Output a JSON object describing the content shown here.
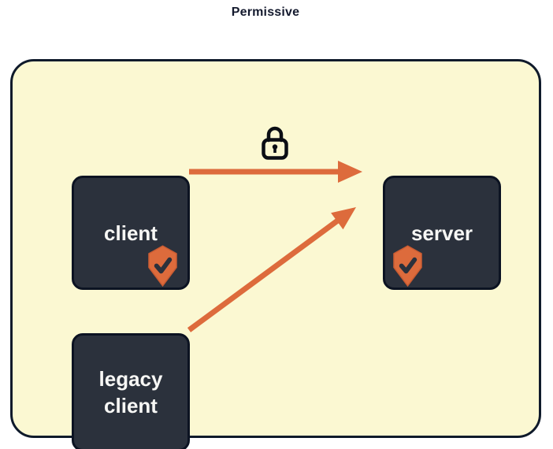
{
  "title": "Permissive",
  "colors": {
    "page_bg": "#ffffff",
    "container_bg": "#FBF8D2",
    "container_border": "#0F1A2B",
    "node_bg": "#2B313C",
    "node_border": "#0C1322",
    "node_text": "#F7F7F5",
    "accent": "#DD6B3C",
    "shield_border": "#C85B32",
    "check": "#2B313C",
    "lock": "#0B0E14",
    "title_color": "#141A2E"
  },
  "nodes": [
    {
      "id": "client",
      "label": "client",
      "verified": true,
      "badge": "shield-check-icon"
    },
    {
      "id": "server",
      "label": "server",
      "verified": true,
      "badge": "shield-check-icon"
    },
    {
      "id": "legacy_client",
      "label": "legacy client",
      "verified": false
    }
  ],
  "edges": [
    {
      "from": "client",
      "to": "server",
      "encrypted": true,
      "icon": "lock-icon"
    },
    {
      "from": "legacy client",
      "to": "server",
      "encrypted": false
    }
  ]
}
